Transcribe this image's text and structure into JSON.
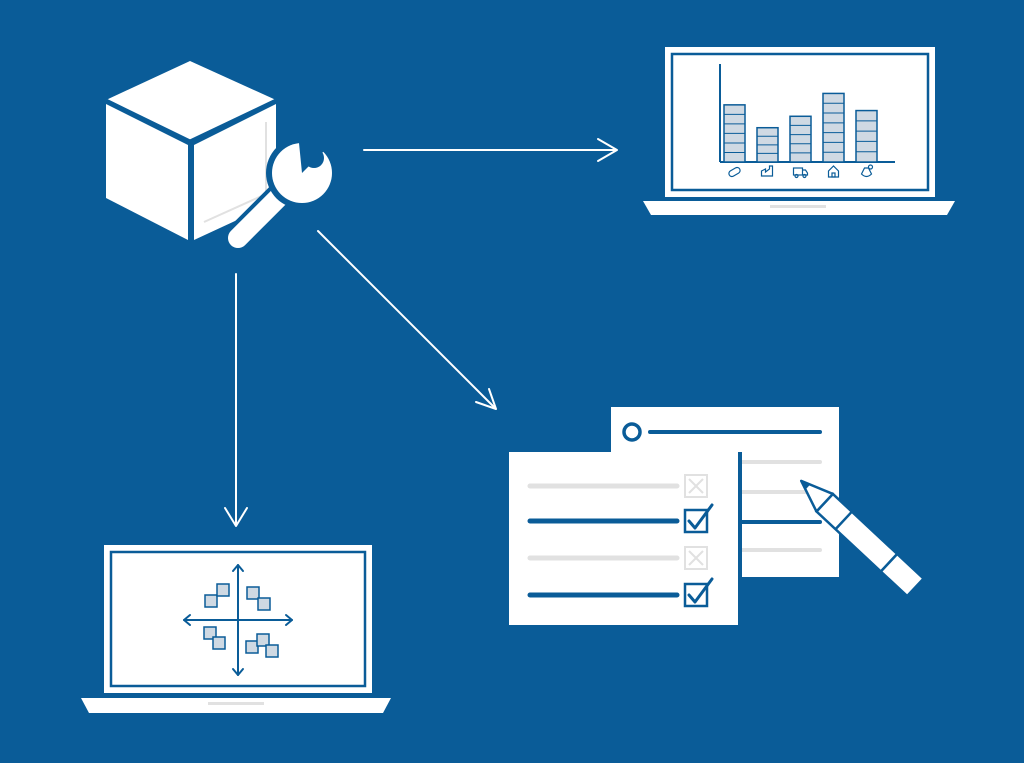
{
  "colors": {
    "background": "#0a5c98",
    "foreground": "#ffffff",
    "light_gray": "#e1e1e1",
    "bar_fill": "#cfd9e3",
    "line": "#0a5c98"
  },
  "nodes": [
    {
      "id": "source",
      "icon": "cube-with-wrench-icon"
    },
    {
      "id": "dashboard",
      "icon": "laptop-bar-chart-icon"
    },
    {
      "id": "survey",
      "icon": "checklist-forms-with-pencil-icon"
    },
    {
      "id": "matrix",
      "icon": "laptop-quadrant-scatter-icon"
    }
  ],
  "edges": [
    {
      "from": "source",
      "to": "dashboard"
    },
    {
      "from": "source",
      "to": "survey"
    },
    {
      "from": "source",
      "to": "matrix"
    }
  ],
  "chart_data": {
    "type": "bar",
    "categories": [
      "pill-icon",
      "factory-icon",
      "truck-icon",
      "house-icon",
      "money-bag-icon"
    ],
    "values": [
      5,
      3,
      4,
      6,
      4.5
    ],
    "ylim": [
      0,
      7
    ],
    "grid": false
  },
  "checklist": [
    {
      "state": "unchecked",
      "emphasis": "light"
    },
    {
      "state": "checked",
      "emphasis": "strong"
    },
    {
      "state": "unchecked",
      "emphasis": "light"
    },
    {
      "state": "checked",
      "emphasis": "strong"
    }
  ]
}
